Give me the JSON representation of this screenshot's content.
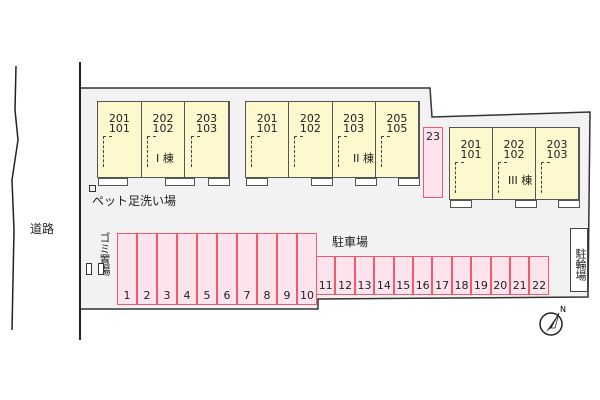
{
  "road_label": "道路",
  "buildings": [
    {
      "name": "I 棟",
      "units": [
        [
          "201",
          "101"
        ],
        [
          "202",
          "102"
        ],
        [
          "203",
          "103"
        ]
      ]
    },
    {
      "name": "II 棟",
      "units": [
        [
          "201",
          "101"
        ],
        [
          "202",
          "102"
        ],
        [
          "203",
          "103"
        ],
        [
          "205",
          "105"
        ]
      ]
    },
    {
      "name": "III 棟",
      "units": [
        [
          "201",
          "101"
        ],
        [
          "202",
          "102"
        ],
        [
          "203",
          "103"
        ]
      ]
    }
  ],
  "parking_label": "駐車場",
  "parking_spots": [
    "1",
    "2",
    "3",
    "4",
    "5",
    "6",
    "7",
    "8",
    "9",
    "10",
    "11",
    "12",
    "13",
    "14",
    "15",
    "16",
    "17",
    "18",
    "19",
    "20",
    "21",
    "22",
    "23"
  ],
  "pet_wash_label": "ペット足洗い場",
  "garbage_label": "ゴミ置場",
  "bicycle_label": "駐輪場",
  "compass_label": "N",
  "colors": {
    "building": "#fdf8cd",
    "parking": "#fde3ec",
    "parking_border": "#f05a6e",
    "lot": "#f2f2f2"
  }
}
